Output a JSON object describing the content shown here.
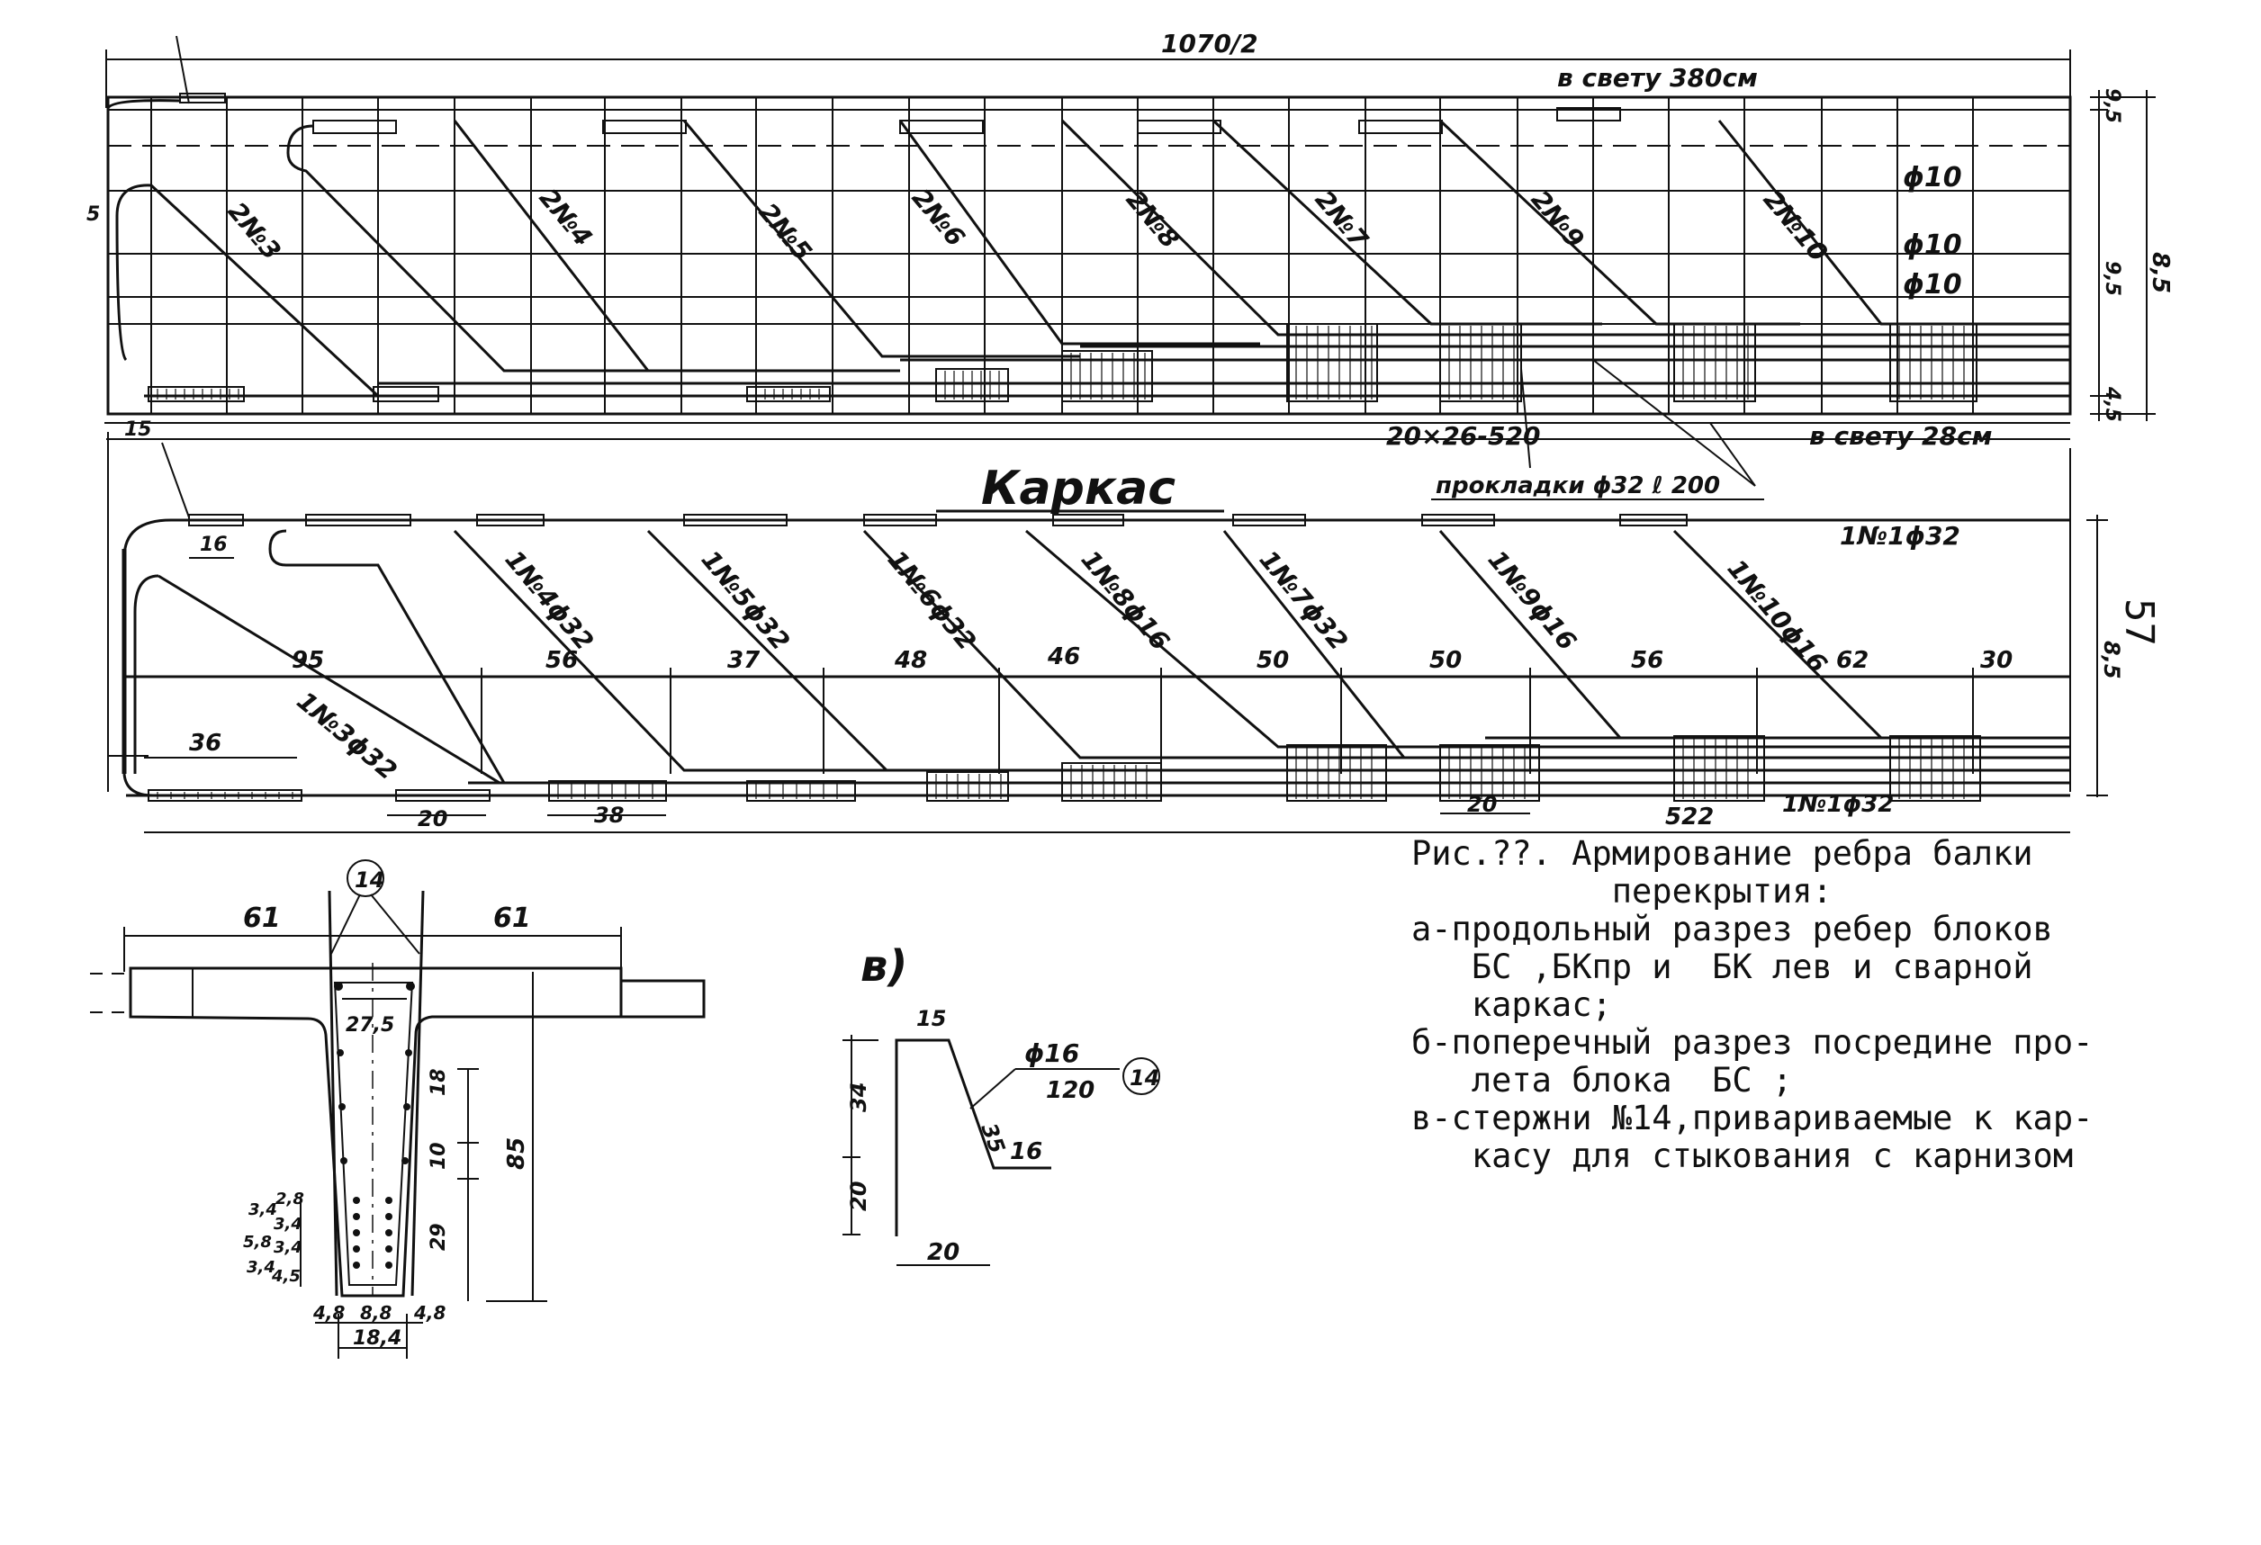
{
  "plan": {
    "overall_dim": "1070/2",
    "clear_top": "в свету 380см",
    "clear_bottom": "в свету 28см",
    "bars": [
      "2№3",
      "2№4",
      "2№5",
      "2№6",
      "2№8",
      "2№7",
      "2№9",
      "2№10"
    ],
    "dia_labels": [
      "ϕ10",
      "ϕ10",
      "ϕ10"
    ],
    "right_dims": [
      "9,5",
      "9,5",
      "8,5",
      "4,5"
    ],
    "spacing_dim": "20×26-520",
    "left_small": "5"
  },
  "frame": {
    "title": "Каркас",
    "spacer_note": "прокладки ϕ32 ℓ 200",
    "top_bar": "1№1ϕ32",
    "bottom_bar": "1№1ϕ32",
    "top_dim": "15",
    "small_dim": "16",
    "right_dim": "8,5",
    "bars": [
      "1№3ϕ32",
      "1№4ϕ32",
      "1№5ϕ32",
      "1№6ϕ32",
      "1№8ϕ16",
      "1№7ϕ32",
      "1№9ϕ16",
      "1№10ϕ16"
    ],
    "spacing_dims": [
      "95",
      "56",
      "37",
      "48",
      "46",
      "50",
      "50",
      "56",
      "62",
      "30"
    ],
    "bottom_dims": [
      "36",
      "20",
      "38",
      "20",
      "522"
    ]
  },
  "section": {
    "flange_left": "61",
    "flange_right": "61",
    "callout": "14",
    "inner_width": "27,5",
    "dim_18": "18",
    "dim_10": "10",
    "dim_29": "29",
    "height": "85",
    "left_stack": [
      "3,4",
      "2,8",
      "3,4",
      "5,8",
      "3,4",
      "3,4",
      "4,5"
    ],
    "bottom_parts": [
      "4,8",
      "8,8",
      "4,8"
    ],
    "bottom_total": "18,4"
  },
  "bar_detail": {
    "label": "в)",
    "top": "15",
    "diameter": "ϕ16",
    "length": "120",
    "callout": "14",
    "slant": "35",
    "foot": "16",
    "upper": "34",
    "lower": "20",
    "width": "20"
  },
  "caption": {
    "lines": [
      "Рис.??. Армирование ребра балки",
      "          перекрытия:",
      "а-продольный разрез ребер блоков",
      "   БС ,БКпр и  БК лев и сварной",
      "   каркас;",
      "б-поперечный разрез посредине про-",
      "   лета блока  БС ;",
      "в-стержни №14,привариваемые к кар-",
      "   касу для стыкования с карнизом"
    ]
  },
  "page_number": "57"
}
